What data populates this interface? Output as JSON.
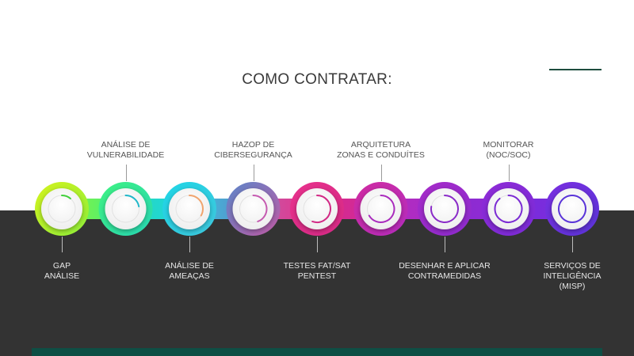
{
  "title": "COMO CONTRATAR:",
  "steps": [
    {
      "label": "GAP\nANÁLISE",
      "position": "below",
      "color_start": "#d4f21d",
      "color_end": "#8ef03a",
      "accent": "#3fcf3a"
    },
    {
      "label": "ANÁLISE DE\nVULNERABILIDADE",
      "position": "above",
      "color_start": "#3ef280",
      "color_end": "#27d8b6",
      "accent": "#1fb7c9"
    },
    {
      "label": "ANÁLISE DE\nAMEAÇAS",
      "position": "below",
      "color_start": "#1ed6e6",
      "color_end": "#3ec7dd",
      "accent": "#f0a46e"
    },
    {
      "label": "HAZOP DE\nCIBERSEGURANÇA",
      "position": "above",
      "color_start": "#5a86c9",
      "color_end": "#c25aa6",
      "accent": "#c55ab0"
    },
    {
      "label": "TESTES FAT/SAT\nPENTEST",
      "position": "below",
      "color_start": "#e8318c",
      "color_end": "#d72a86",
      "accent": "#d22a86"
    },
    {
      "label": "ARQUITETURA\nZONAS E CONDUÍTES",
      "position": "above",
      "color_start": "#d02ba0",
      "color_end": "#b52cbe",
      "accent": "#a92bbd"
    },
    {
      "label": "DESENHAR E APLICAR\nCONTRAMEDIDAS",
      "position": "below",
      "color_start": "#a72bc8",
      "color_end": "#8c2bcf",
      "accent": "#8a2bc8"
    },
    {
      "label": "MONITORAR\n(NOC/SOC)",
      "position": "above",
      "color_start": "#8f2bd6",
      "color_end": "#7a2bd8",
      "accent": "#7b2bd3"
    },
    {
      "label": "SERVIÇOS DE\nINTELIGÊNCIA\n(MISP)",
      "position": "below",
      "color_start": "#7a2ee0",
      "color_end": "#5a34d8",
      "accent": "#5a34d8"
    }
  ],
  "colors": {
    "dark_band": "#333333",
    "accent_line": "#1e4d3e",
    "footer_bar": "#0e4f45"
  }
}
